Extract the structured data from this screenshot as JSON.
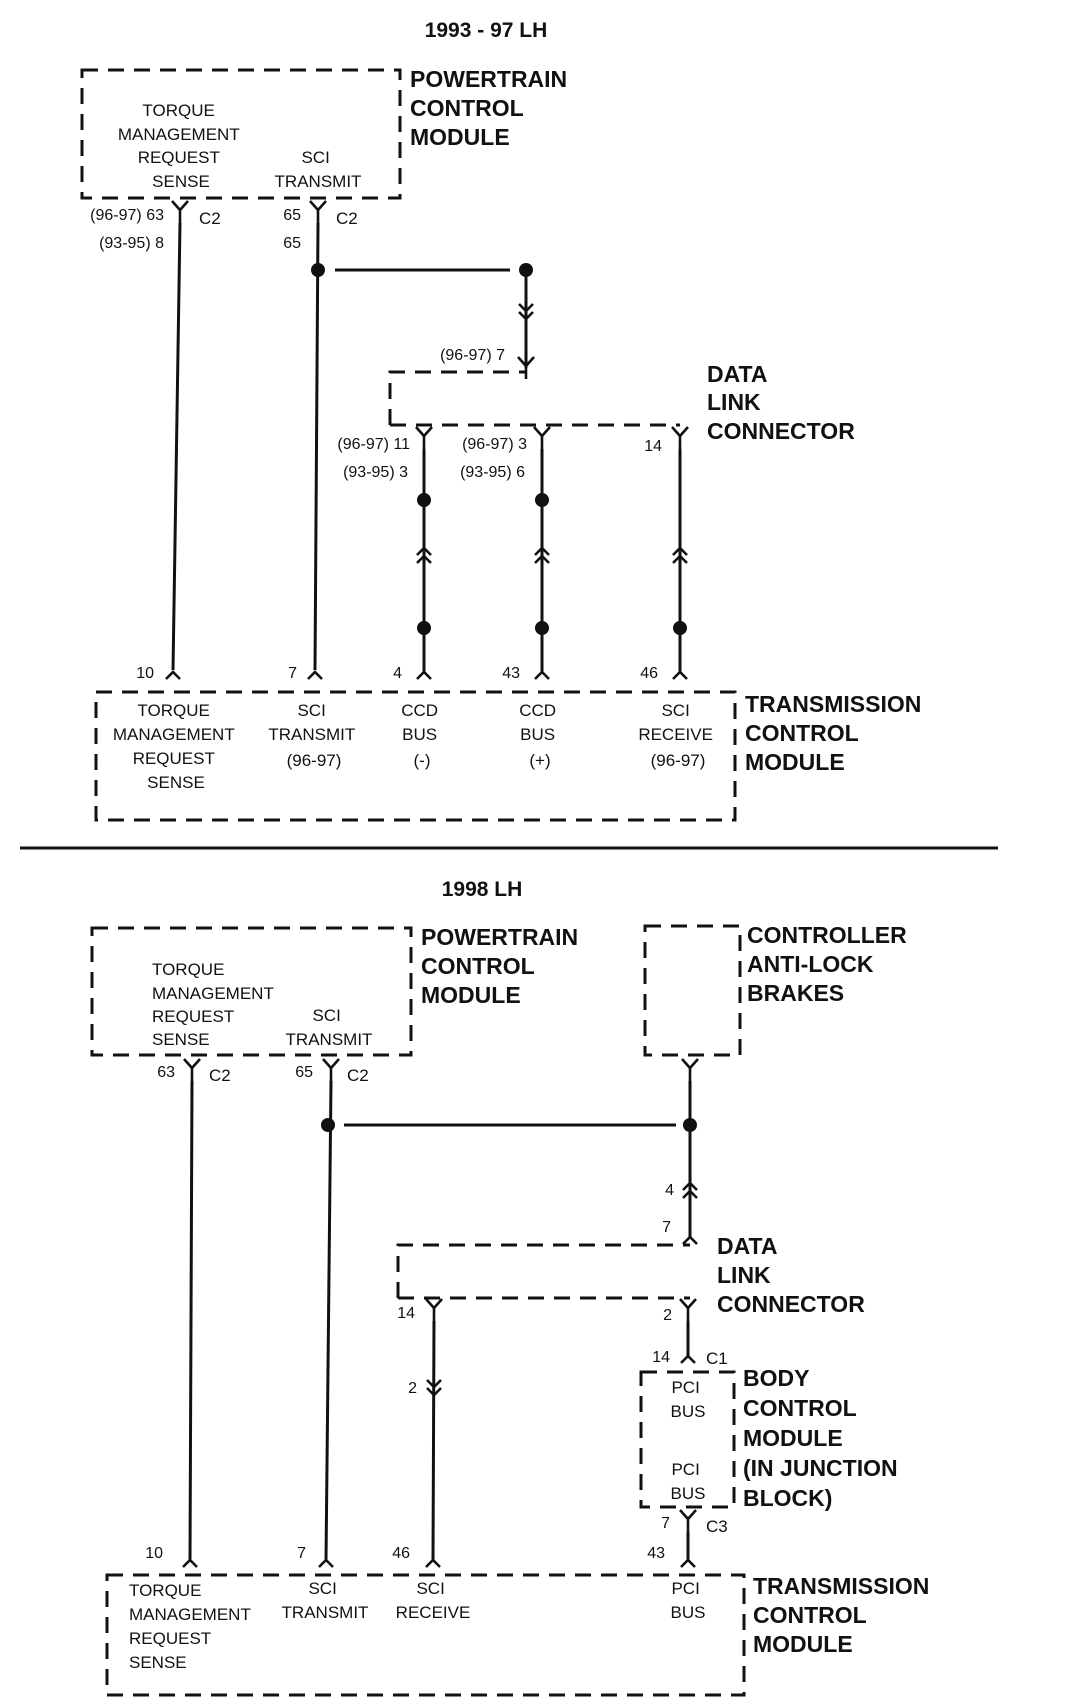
{
  "top": {
    "title": "1993 - 97 LH",
    "pcm": {
      "name": [
        "POWERTRAIN",
        "CONTROL",
        "MODULE"
      ],
      "torque_label": [
        "TORQUE",
        "MANAGEMENT",
        "REQUEST",
        "SENSE"
      ],
      "sci_label": [
        "SCI",
        "TRANSMIT"
      ],
      "pin_torque_a": "(96-97) 63",
      "pin_torque_b": "(93-95) 8",
      "pin_sci_a": "65",
      "pin_sci_b": "65",
      "connector": "C2"
    },
    "dlc": {
      "name": [
        "DATA",
        "LINK",
        "CONNECTOR"
      ],
      "pin_7": "(96-97) 7",
      "pin_ccd_neg_a": "(96-97) 11",
      "pin_ccd_neg_b": "(93-95) 3",
      "pin_ccd_pos_a": "(96-97) 3",
      "pin_ccd_pos_b": "(93-95) 6",
      "pin_sci_rx": "14"
    },
    "tcm": {
      "name": [
        "TRANSMISSION",
        "CONTROL",
        "MODULE"
      ],
      "pins": [
        "10",
        "7",
        "4",
        "43",
        "46"
      ],
      "torque_label": [
        "TORQUE",
        "MANAGEMENT",
        "REQUEST",
        "SENSE"
      ],
      "sci_tx_label": [
        "SCI",
        "TRANSMIT",
        "(96-97)"
      ],
      "ccd_neg_label": [
        "CCD",
        "BUS",
        "(-)"
      ],
      "ccd_pos_label": [
        "CCD",
        "BUS",
        "(+)"
      ],
      "sci_rx_label": [
        "SCI",
        "RECEIVE",
        "(96-97)"
      ]
    }
  },
  "bottom": {
    "title": "1998 LH",
    "pcm": {
      "name": [
        "POWERTRAIN",
        "CONTROL",
        "MODULE"
      ],
      "torque_label": [
        "TORQUE",
        "MANAGEMENT",
        "REQUEST",
        "SENSE"
      ],
      "sci_label": [
        "SCI",
        "TRANSMIT"
      ],
      "pin_torque": "63",
      "pin_sci": "65",
      "connector": "C2"
    },
    "cab": {
      "name": [
        "CONTROLLER",
        "ANTI-LOCK",
        "BRAKES"
      ],
      "inline_pin": "4"
    },
    "dlc": {
      "name": [
        "DATA",
        "LINK",
        "CONNECTOR"
      ],
      "pin_7": "7",
      "pin_14": "14",
      "pin_2": "2",
      "inline_pin": "2"
    },
    "bcm": {
      "name": [
        "BODY",
        "CONTROL",
        "MODULE",
        "(IN JUNCTION",
        "BLOCK)"
      ],
      "pci_label_1": [
        "PCI",
        "BUS"
      ],
      "pci_label_2": [
        "PCI",
        "BUS"
      ],
      "pin_c1": "14",
      "connector_c1": "C1",
      "pin_c3": "7",
      "connector_c3": "C3"
    },
    "tcm": {
      "name": [
        "TRANSMISSION",
        "CONTROL",
        "MODULE"
      ],
      "pins": [
        "10",
        "7",
        "46",
        "43"
      ],
      "torque_label": [
        "TORQUE",
        "MANAGEMENT",
        "REQUEST",
        "SENSE"
      ],
      "sci_tx_label": [
        "SCI",
        "TRANSMIT"
      ],
      "sci_rx_label": [
        "SCI",
        "RECEIVE"
      ],
      "pci_label": [
        "PCI",
        "BUS"
      ]
    }
  }
}
